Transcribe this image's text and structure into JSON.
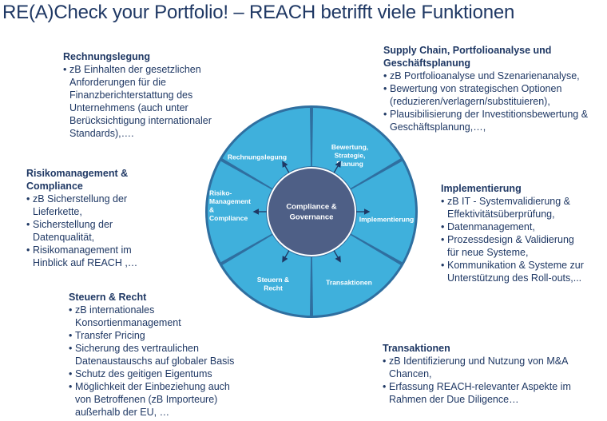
{
  "title": "RE(A)Check your Portfolio! – REACH betrifft viele Funktionen",
  "colors": {
    "title": "#1f3864",
    "text": "#1f3864",
    "segment": "#3fb0dc",
    "center": "#4e5f86",
    "ring": "#2f6fa0",
    "arrow": "#1f3864"
  },
  "diagram": {
    "center": [
      "Compliance &",
      "Governance"
    ],
    "segments": [
      {
        "name": "rechnungslegung",
        "lines": [
          "Rechnungslegung"
        ]
      },
      {
        "name": "bewertung",
        "lines": [
          "Bewertung,",
          "Strategie,",
          "Planung"
        ]
      },
      {
        "name": "implementierung",
        "lines": [
          "Implementierung"
        ]
      },
      {
        "name": "transaktionen",
        "lines": [
          "Transaktionen"
        ]
      },
      {
        "name": "steuern",
        "lines": [
          "Steuern &",
          "Recht"
        ]
      },
      {
        "name": "risiko",
        "lines": [
          "Risiko-",
          "Management",
          "&",
          "Compliance"
        ]
      }
    ]
  },
  "blocks": {
    "rechnungslegung": {
      "heading": [
        "Rechnungslegung"
      ],
      "items": [
        [
          "zB Einhalten der gesetzlichen",
          "Anforderungen für die",
          "Finanzberichterstattung des",
          "Unternehmens (auch unter",
          "Berücksichtigung internationaler",
          "Standards),…."
        ]
      ]
    },
    "supply": {
      "heading": [
        "Supply Chain, Portfolioanalyse und",
        "Geschäftsplanung"
      ],
      "items": [
        [
          "zB Portfolioanalyse und Szenarienanalyse,"
        ],
        [
          "Bewertung von strategischen Optionen",
          "(reduzieren/verlagern/substituieren),"
        ],
        [
          "Plausibilisierung der Investitionsbewertung &",
          "Geschäftsplanung,…,"
        ]
      ]
    },
    "risiko": {
      "heading": [
        "Risikomanagement &",
        "Compliance"
      ],
      "items": [
        [
          "zB Sicherstellung der",
          "Lieferkette,"
        ],
        [
          "Sicherstellung der",
          "Datenqualität,"
        ],
        [
          "Risikomanagement im",
          "Hinblick auf REACH ,…"
        ]
      ]
    },
    "implementierung": {
      "heading": [
        "Implementierung"
      ],
      "items": [
        [
          "zB IT - Systemvalidierung &",
          "Effektivitätsüberprüfung,"
        ],
        [
          "Datenmanagement,"
        ],
        [
          "Prozessdesign & Validierung",
          "für neue Systeme,"
        ],
        [
          "Kommunikation & Systeme zur",
          "Unterstützung des Roll-outs,..."
        ]
      ]
    },
    "steuern": {
      "heading": [
        "Steuern & Recht"
      ],
      "items": [
        [
          "zB internationales",
          "Konsortienmanagement"
        ],
        [
          "Transfer Pricing"
        ],
        [
          "Sicherung des vertraulichen",
          "Datenaustauschs auf globaler Basis"
        ],
        [
          "Schutz des geitigen Eigentums"
        ],
        [
          "Möglichkeit der Einbeziehung auch",
          "von Betroffenen (zB Importeure)",
          "außerhalb der EU, …"
        ]
      ]
    },
    "transaktionen": {
      "heading": [
        "Transaktionen"
      ],
      "items": [
        [
          "zB Identifizierung und Nutzung von M&A",
          "Chancen,"
        ],
        [
          "Erfassung REACH-relevanter Aspekte im",
          "Rahmen der Due Diligence…"
        ]
      ]
    }
  }
}
